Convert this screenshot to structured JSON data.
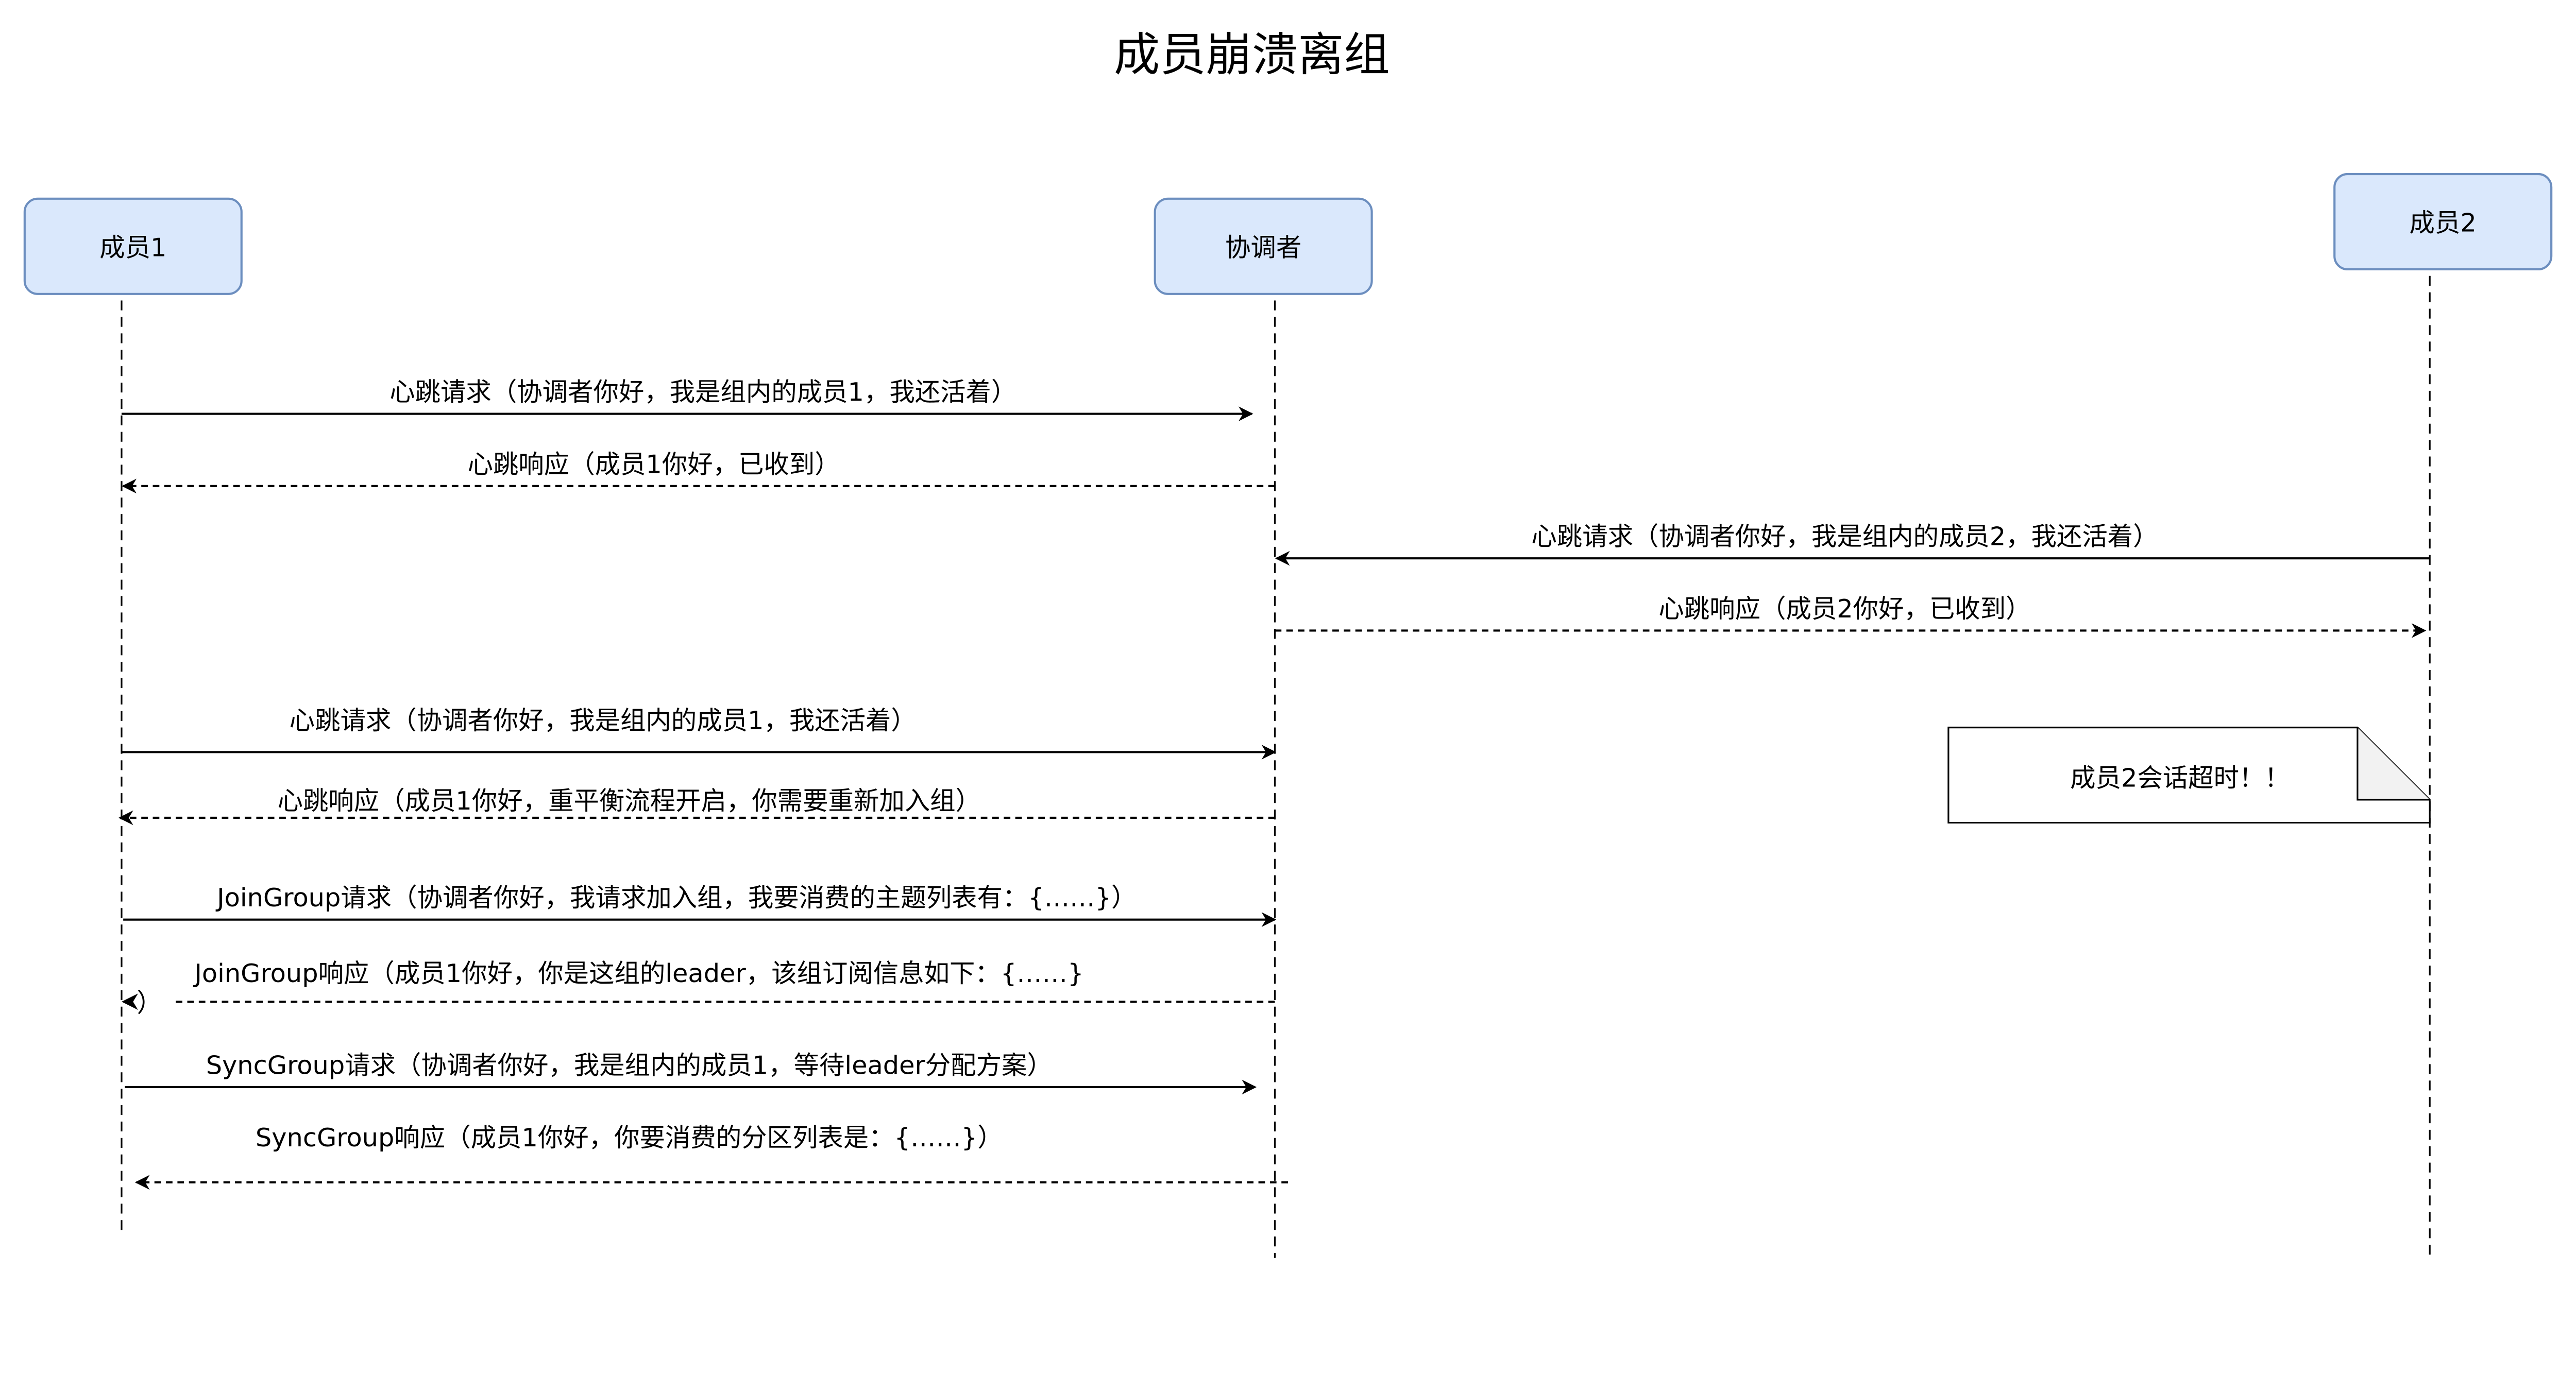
{
  "title": "成员崩溃离组",
  "participants": [
    {
      "label": "成员1"
    },
    {
      "label": "协调者"
    },
    {
      "label": "成员2"
    }
  ],
  "messages": [
    {
      "label": "心跳请求（协调者你好，我是组内的成员1，我还活着）",
      "from": "成员1",
      "to": "协调者",
      "style": "solid"
    },
    {
      "label": "心跳响应（成员1你好，已收到）",
      "from": "协调者",
      "to": "成员1",
      "style": "dashed"
    },
    {
      "label": "心跳请求（协调者你好，我是组内的成员2，我还活着）",
      "from": "成员2",
      "to": "协调者",
      "style": "solid"
    },
    {
      "label": "心跳响应（成员2你好，已收到）",
      "from": "协调者",
      "to": "成员2",
      "style": "dashed"
    },
    {
      "label": "心跳请求（协调者你好，我是组内的成员1，我还活着）",
      "from": "成员1",
      "to": "协调者",
      "style": "solid"
    },
    {
      "label": "心跳响应（成员1你好，重平衡流程开启，你需要重新加入组）",
      "from": "协调者",
      "to": "成员1",
      "style": "dashed"
    },
    {
      "label": "JoinGroup请求（协调者你好，我请求加入组，我要消费的主题列表有：{……}）",
      "from": "成员1",
      "to": "协调者",
      "style": "solid"
    },
    {
      "label": "JoinGroup响应（成员1你好，你是这组的leader，该组订阅信息如下：{……}",
      "label_wrap": "）",
      "from": "协调者",
      "to": "成员1",
      "style": "dashed"
    },
    {
      "label": "SyncGroup请求（协调者你好，我是组内的成员1，等待leader分配方案）",
      "from": "成员1",
      "to": "协调者",
      "style": "solid"
    },
    {
      "label": "SyncGroup响应（成员1你好，你要消费的分区列表是：{……}）",
      "from": "协调者",
      "to": "成员1",
      "style": "dashed"
    }
  ],
  "note": {
    "label": "成员2会话超时！！",
    "attached_to": "成员2"
  },
  "colors": {
    "participant_fill": "#dae8fc",
    "participant_stroke": "#6c8ebf",
    "line": "#000000"
  }
}
